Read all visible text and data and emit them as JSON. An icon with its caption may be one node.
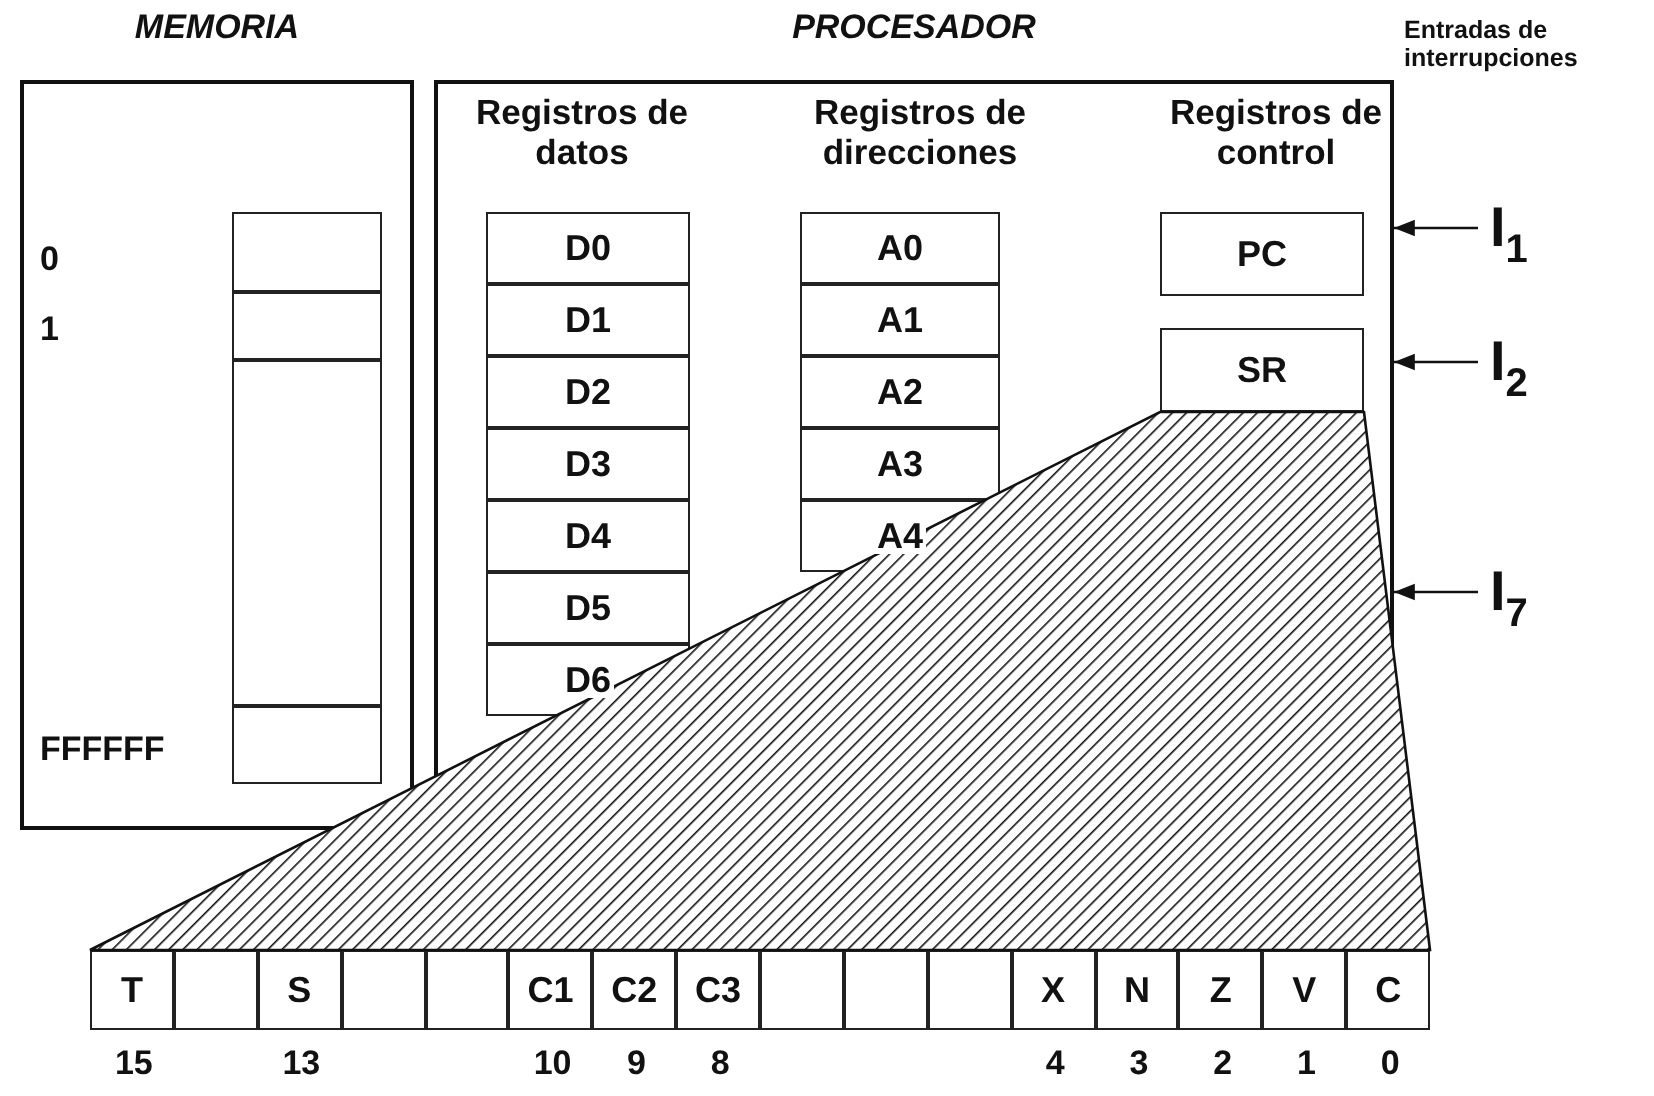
{
  "diagram": {
    "nodes": [
      {
        "text": [
          "MEMORIA"
        ]
      },
      {
        "text": [],
        "shape": "box",
        "in": 0
      },
      {
        "text": [],
        "shape": "box",
        "in": 0
      },
      {
        "text": [],
        "shape": "box",
        "in": 0
      },
      {
        "text": [],
        "shape": "box",
        "in": 0
      },
      {
        "text": [
          "PROCESADOR"
        ]
      },
      {
        "text": [
          "D0"
        ],
        "in": 5
      },
      {
        "text": [
          "D1"
        ],
        "in": 5
      },
      {
        "text": [
          "D2"
        ],
        "in": 5
      },
      {
        "text": [
          "D3"
        ],
        "in": 5
      },
      {
        "text": [
          "D4"
        ],
        "in": 5
      },
      {
        "text": [
          "D5"
        ],
        "in": 5
      },
      {
        "text": [
          "D6"
        ],
        "in": 5
      },
      {
        "text": [
          "A0"
        ],
        "in": 5
      },
      {
        "text": [
          "A1"
        ],
        "in": 5
      },
      {
        "text": [
          "A2"
        ],
        "in": 5
      },
      {
        "text": [
          "A3"
        ],
        "in": 5
      },
      {
        "text": [
          "A4"
        ],
        "in": 5
      },
      {
        "text": [
          "PC"
        ],
        "in": 5
      },
      {
        "text": [
          "SR"
        ],
        "in": 5
      },
      {
        "text": [
          "I$_{1}$"
        ]
      },
      {
        "text": [
          "I$_{2}$"
        ]
      },
      {
        "text": [
          "I$_{7}$"
        ]
      },
      {
        "text": [
          "T"
        ],
        "beside": [
          "15"
        ]
      },
      {
        "text": [],
        "shape": "box"
      },
      {
        "text": [
          "S"
        ],
        "beside": [
          "13"
        ]
      },
      {
        "text": [],
        "shape": "box"
      },
      {
        "text": [],
        "shape": "box"
      },
      {
        "text": [
          "C1"
        ],
        "beside": [
          "10"
        ]
      },
      {
        "text": [
          "C2"
        ],
        "beside": [
          "9"
        ]
      },
      {
        "text": [
          "C3"
        ],
        "beside": [
          "8"
        ]
      },
      {
        "text": [],
        "shape": "box"
      },
      {
        "text": [],
        "shape": "box"
      },
      {
        "text": [],
        "shape": "box"
      },
      {
        "text": [
          "X"
        ],
        "beside": [
          "4"
        ]
      },
      {
        "text": [
          "N"
        ],
        "beside": [
          "3"
        ]
      },
      {
        "text": [
          "Z"
        ],
        "beside": [
          "2"
        ]
      },
      {
        "text": [
          "V"
        ],
        "beside": [
          "1"
        ]
      },
      {
        "text": [
          "C"
        ],
        "beside": [
          "0"
        ]
      }
    ],
    "edges": [
      {
        "from": 20,
        "to": 5,
        "arrow": "to"
      },
      {
        "from": 21,
        "to": 5,
        "arrow": "to"
      },
      {
        "from": 22,
        "to": 5,
        "arrow": "to"
      }
    ],
    "labels": [
      "Entradas de interrupciones",
      "Registros de datos",
      "Registros de direcciones",
      "Registros de control",
      "0",
      "1",
      "FFFFFF"
    ]
  }
}
